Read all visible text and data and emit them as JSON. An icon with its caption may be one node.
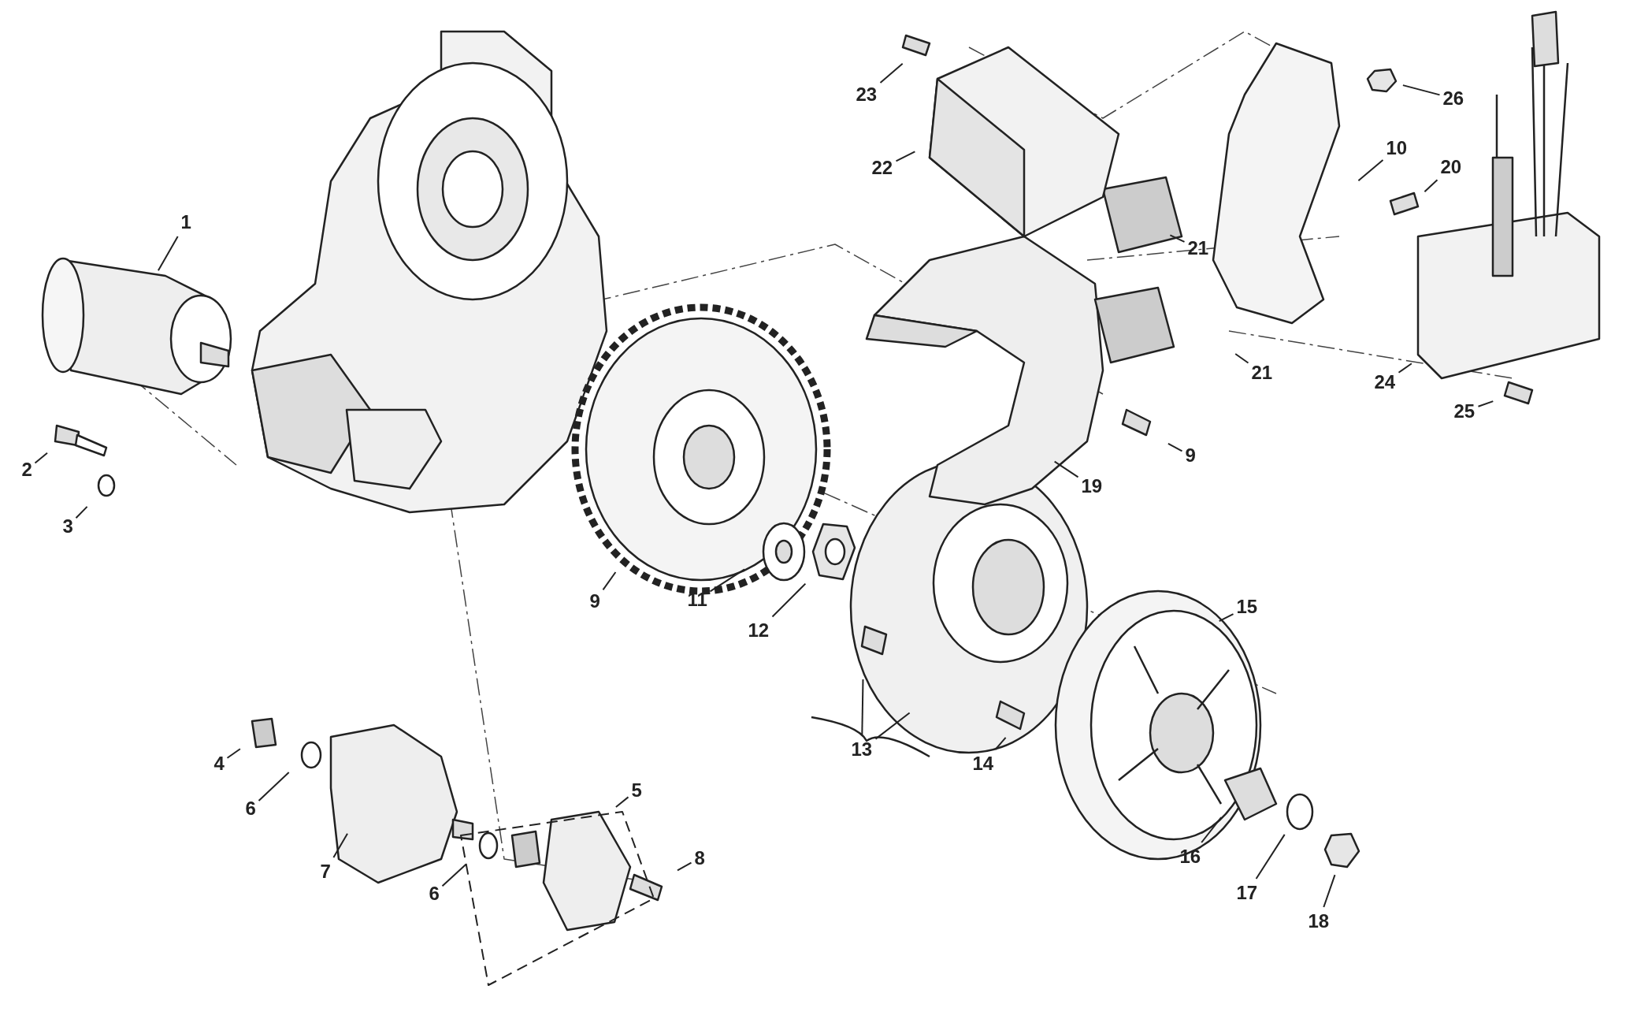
{
  "diagram": {
    "nodes": [
      {
        "text": [
          "1"
        ]
      },
      {
        "text": [
          "2"
        ]
      },
      {
        "text": [
          "3"
        ]
      },
      {
        "text": [
          "4"
        ]
      },
      {
        "text": [
          "5"
        ]
      },
      {
        "text": [
          "6"
        ]
      },
      {
        "text": [
          "6"
        ]
      },
      {
        "text": [
          "7"
        ]
      },
      {
        "text": [
          "8"
        ]
      },
      {
        "text": [
          "9"
        ]
      },
      {
        "text": [
          "9"
        ]
      },
      {
        "text": [
          "10"
        ]
      },
      {
        "text": [
          "11"
        ]
      },
      {
        "text": [
          "12"
        ]
      },
      {
        "text": [
          "13"
        ]
      },
      {
        "text": [
          "14"
        ]
      },
      {
        "text": [
          "15"
        ]
      },
      {
        "text": [
          "16"
        ]
      },
      {
        "text": [
          "17"
        ]
      },
      {
        "text": [
          "18"
        ]
      },
      {
        "text": [
          "19"
        ]
      },
      {
        "text": [
          "20"
        ]
      },
      {
        "text": [
          "21"
        ]
      },
      {
        "text": [
          "21"
        ]
      },
      {
        "text": [
          "22"
        ]
      },
      {
        "text": [
          "23"
        ]
      },
      {
        "text": [
          "24"
        ]
      },
      {
        "text": [
          "25"
        ]
      },
      {
        "text": [
          "26"
        ]
      }
    ],
    "edges": [
      {
        "from": 0,
        "to": null,
        "arrow": "none"
      },
      {
        "from": 1,
        "to": null,
        "arrow": "none"
      },
      {
        "from": 2,
        "to": null,
        "arrow": "none"
      },
      {
        "from": 3,
        "to": null,
        "arrow": "none"
      },
      {
        "from": 4,
        "to": null,
        "arrow": "none"
      },
      {
        "from": 5,
        "to": null,
        "arrow": "none"
      },
      {
        "from": 6,
        "to": null,
        "arrow": "none"
      },
      {
        "from": 7,
        "to": null,
        "arrow": "none"
      },
      {
        "from": 8,
        "to": null,
        "arrow": "none"
      },
      {
        "from": 9,
        "to": null,
        "arrow": "none"
      },
      {
        "from": 10,
        "to": null,
        "arrow": "none"
      },
      {
        "from": 11,
        "to": null,
        "arrow": "none"
      },
      {
        "from": 12,
        "to": null,
        "arrow": "none"
      },
      {
        "from": 13,
        "to": null,
        "arrow": "none"
      },
      {
        "from": 14,
        "to": null,
        "arrow": "none"
      },
      {
        "from": 14,
        "to": null,
        "arrow": "none"
      },
      {
        "from": 15,
        "to": null,
        "arrow": "none"
      },
      {
        "from": 16,
        "to": null,
        "arrow": "none"
      },
      {
        "from": 17,
        "to": null,
        "arrow": "none"
      },
      {
        "from": 18,
        "to": null,
        "arrow": "none"
      },
      {
        "from": 19,
        "to": null,
        "arrow": "none"
      },
      {
        "from": 20,
        "to": null,
        "arrow": "none"
      },
      {
        "from": 21,
        "to": null,
        "arrow": "none"
      },
      {
        "from": 22,
        "to": null,
        "arrow": "none"
      },
      {
        "from": 23,
        "to": null,
        "arrow": "none"
      },
      {
        "from": 24,
        "to": null,
        "arrow": "none"
      },
      {
        "from": 25,
        "to": null,
        "arrow": "none"
      },
      {
        "from": 26,
        "to": null,
        "arrow": "none"
      },
      {
        "from": 27,
        "to": null,
        "arrow": "none"
      },
      {
        "from": 28,
        "to": null,
        "arrow": "none"
      }
    ]
  }
}
